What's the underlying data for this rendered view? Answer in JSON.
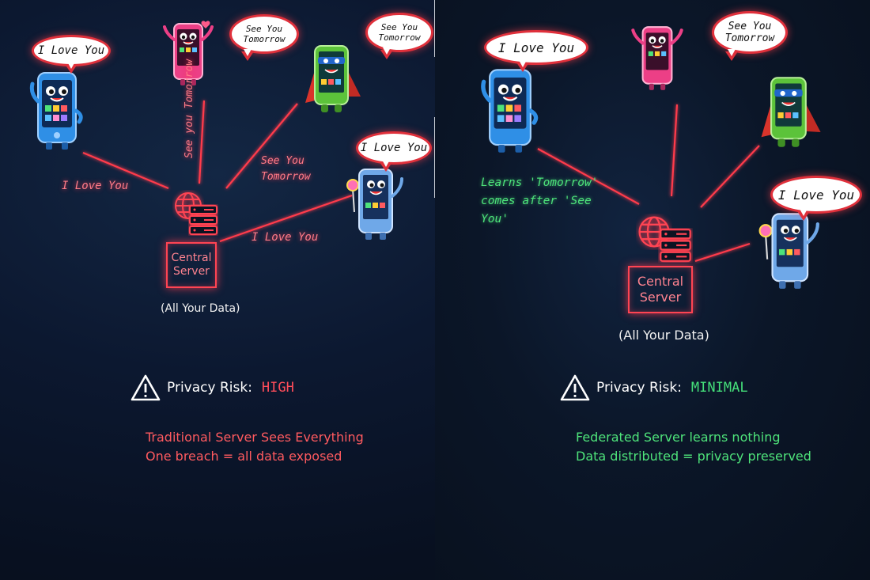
{
  "left": {
    "bubbles": {
      "phone1": "I Love You",
      "phone2": "See You Tomorrow",
      "phone3": "See You Tomorrow",
      "phone4": "I Love You"
    },
    "edge_labels": {
      "phone1": "I Love You",
      "phone2": "See you Tomorrow",
      "phone3": "See You Tomorrow",
      "phone4": "I Love You"
    },
    "server_label": "Central Server",
    "server_caption": "(All Your Data)",
    "risk_label": "Privacy Risk:",
    "risk_level": "HIGH",
    "notes": [
      "Traditional Server Sees Everything",
      "One breach = all data exposed"
    ]
  },
  "right": {
    "bubbles": {
      "phone1": "I Love You",
      "phone2": "See You Tomorrow",
      "phone4": "I Love You"
    },
    "learns_label": "Learns 'Tomorrow' comes after 'See You'",
    "server_label": "Central Server",
    "server_caption": "(All Your Data)",
    "risk_label": "Privacy Risk:",
    "risk_level": "MINIMAL",
    "notes": [
      "Federated Server learns nothing",
      "Data distributed = privacy preserved"
    ]
  },
  "colors": {
    "wire": "#ff3b4b",
    "risk_high": "#ff4d5a",
    "risk_minimal": "#45e07a",
    "note_red": "#ff5a5f",
    "note_green": "#4ee37a",
    "phone_blue": "#2f8fe6",
    "phone_pink": "#ec3f86",
    "phone_green": "#5cc33a",
    "bubble_border": "#e0303b"
  },
  "icons": [
    "globe-icon",
    "server-stack-icon",
    "warning-triangle-icon",
    "heart-icon",
    "lollipop-icon",
    "cape-icon"
  ]
}
